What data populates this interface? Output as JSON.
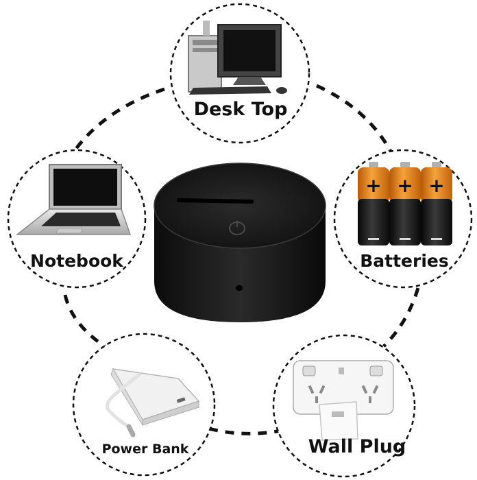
{
  "sources": [
    {
      "id": "desktop",
      "label": "Desk Top",
      "icon": "desktop-computer-icon"
    },
    {
      "id": "notebook",
      "label": "Notebook",
      "icon": "laptop-icon"
    },
    {
      "id": "batteries",
      "label": "Batteries",
      "icon": "battery-icon"
    },
    {
      "id": "powerbank",
      "label": "Power Bank",
      "icon": "power-bank-icon"
    },
    {
      "id": "wallplug",
      "label": "Wall Plug",
      "icon": "wall-plug-icon"
    }
  ],
  "battery_symbols": {
    "plus": "+",
    "minus": "−"
  },
  "colors": {
    "background": "#ffffff",
    "dash": "#111111",
    "base_body": "#141414",
    "battery_orange": "#e8821e",
    "battery_black": "#1a1a1a"
  }
}
